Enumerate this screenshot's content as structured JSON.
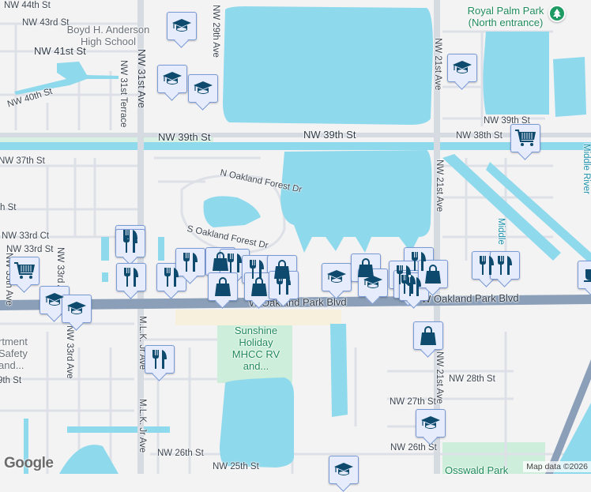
{
  "map": {
    "colors": {
      "land": "#f4f3f4",
      "water": "#8fd9ec",
      "road": "#dde1e7",
      "major_road": "#8b9fb8",
      "park": "#cdeedb",
      "commercial": "#f7f0dc",
      "marker_bg": "#e6ecfb",
      "marker_icon": "#0d4a6e"
    },
    "streets": {
      "nw44": "NW 44th St",
      "nw43": "NW 43rd St",
      "nw41": "NW 41st St",
      "nw40": "NW 40th St",
      "nw39_left": "NW 39th St",
      "nw39_right": "NW 39th St",
      "nw38": "NW 38th St",
      "nw37": "NW 37th St",
      "nw35_st": "h St",
      "nw33ct": "NW 33rd Ct",
      "nw33st": "NW 33rd St",
      "nw35ave": "NW 35th Ave",
      "nw33ave_top": "NW 33rd Ave",
      "nw33ave_bot": "NW 33rd Ave",
      "nw31ave": "NW 31st Ave",
      "nw31terr": "NW 31st Terrace",
      "nw29ave": "NW 29th Ave",
      "nw21ave_top": "NW 21st Ave",
      "nw21ave_mid": "NW 21st Ave",
      "nw21ave_bot": "NW 21st Ave",
      "n_oakland": "N Oakland Forest Dr",
      "s_oakland": "S Oakland Forest Dr",
      "oakland_blvd": "W Oakland Park Blvd",
      "mlk_top": "M.L.K. Jr Ave",
      "mlk_bot": "M.L.K. Jr Ave",
      "nw29st": "9th St",
      "nw28": "NW 28th St",
      "nw27": "NW 27th St",
      "nw26_left": "NW 26th St",
      "nw26_right": "NW 26th St",
      "nw25": "NW 25th St",
      "middle_river": "Middle River",
      "middle_short": "Middle"
    },
    "places": {
      "boyd_school": "Boyd H. Anderson High School",
      "royal_palm": "Royal Palm Park (North entrance)",
      "sunshine": "Sunshine Holiday MHCC RV and...",
      "department": "rtment Safety and...",
      "osswald": "Osswald Park"
    },
    "markers": [
      "school",
      "school",
      "school",
      "school",
      "shopping-cart",
      "shopping-cart",
      "school",
      "school",
      "restaurant",
      "restaurant",
      "restaurant",
      "restaurant",
      "restaurant",
      "shopping-bag",
      "restaurant",
      "restaurant",
      "shopping-bag",
      "shopping-bag",
      "shopping-bag",
      "restaurant",
      "school",
      "shopping-bag",
      "school",
      "restaurant",
      "restaurant",
      "restaurant",
      "restaurant",
      "shopping-bag",
      "restaurant",
      "restaurant",
      "cafe",
      "shopping-bag",
      "restaurant",
      "school",
      "school"
    ],
    "logo": "Google",
    "attribution": "Map data ©2026"
  }
}
